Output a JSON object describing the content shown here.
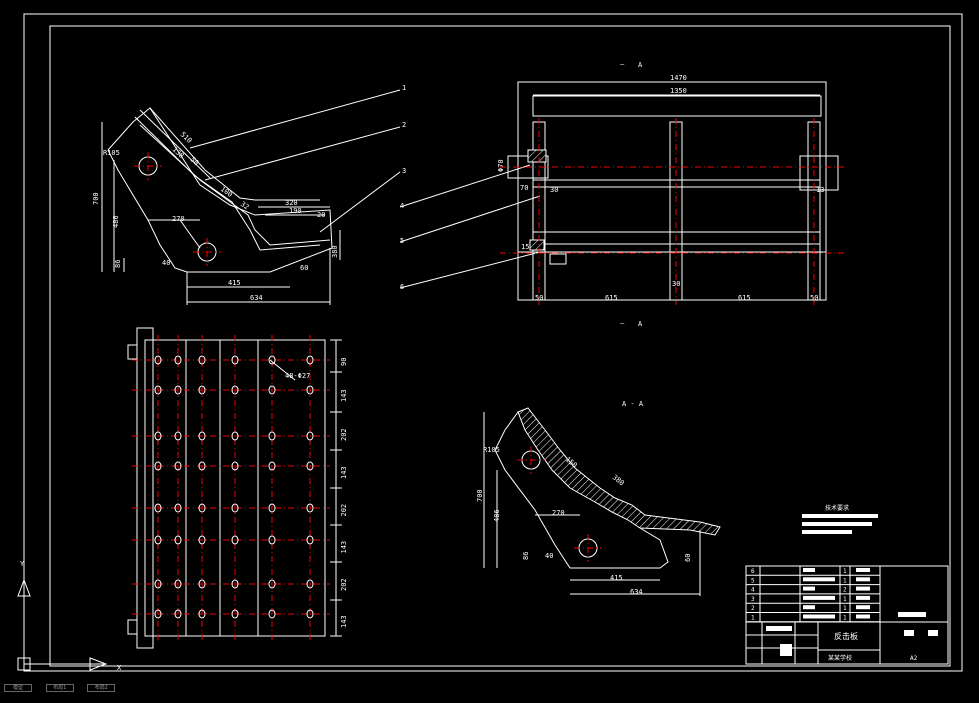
{
  "drawing": {
    "section_a_top": "A",
    "section_a_bottom": "A",
    "section_aa": "A - A",
    "leaders": [
      "1",
      "2",
      "3",
      "4",
      "5",
      "6"
    ],
    "side": {
      "r_dim": "R105",
      "h700": "700",
      "h486": "486",
      "w270": "270",
      "d86": "86",
      "a40": "40",
      "d415": "415",
      "d634": "634",
      "d60": "60",
      "d320": "320",
      "d190": "190",
      "d20": "20",
      "d510": "510",
      "d138": "138",
      "d50": "50",
      "d100": "100",
      "d32": "32",
      "d380": "380"
    },
    "front": {
      "w1470": "1470",
      "w1350": "1350",
      "d70": "70",
      "d30": "30",
      "d15": "15",
      "phi": "Φ70",
      "d50l": "50",
      "d615a": "615",
      "d30c": "30",
      "d615b": "615",
      "d50r": "50",
      "d13": "13"
    },
    "plan": {
      "hole_note": "48-Φ27",
      "row_dims": [
        "90",
        "143",
        "202",
        "143",
        "202",
        "143",
        "202",
        "143"
      ]
    },
    "aa": {
      "r_dim": "R105",
      "h700": "700",
      "h486": "486",
      "w270": "270",
      "d86": "86",
      "a40": "40",
      "d415": "415",
      "d634": "634",
      "d60": "60",
      "d380": "380",
      "d150": "150"
    },
    "tech_req_title": "技术要求",
    "title_block": {
      "rows": [
        {
          "no": "6",
          "qty": "1"
        },
        {
          "no": "5",
          "qty": "1"
        },
        {
          "no": "4",
          "qty": "2"
        },
        {
          "no": "3",
          "qty": "1"
        },
        {
          "no": "2",
          "qty": "1"
        },
        {
          "no": "1",
          "qty": "1"
        }
      ],
      "name": "反击板",
      "scale": "A2",
      "org": "某某学校"
    },
    "ucs_x": "X",
    "ucs_y": "Y"
  },
  "ui": {
    "tabs": [
      "模型",
      "布局1",
      "布局2"
    ]
  }
}
